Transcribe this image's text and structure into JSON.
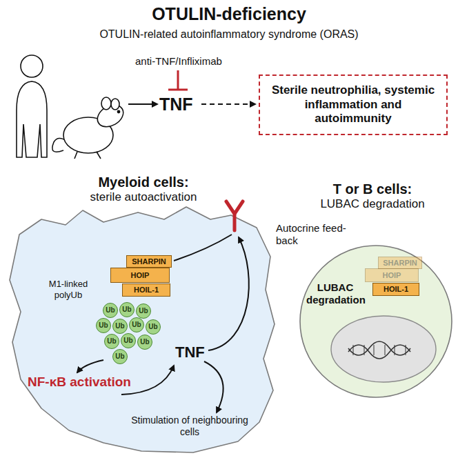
{
  "diagram": {
    "title": "OTULIN-deficiency",
    "nodes": [
      {
        "text": [
          "Sterile neutrophilia, systemic inflammation and autoimmunity"
        ]
      },
      {
        "text": [
          "Myeloid cells:",
          "sterile autoactivation"
        ]
      },
      {
        "text": [
          "SHARPIN"
        ],
        "in": 1
      },
      {
        "text": [
          "HOIP"
        ],
        "in": 1
      },
      {
        "text": [
          "HOIL-1"
        ],
        "in": 1
      },
      {
        "text": [
          "Ub"
        ],
        "in": 1
      },
      {
        "text": [
          "Ub"
        ],
        "in": 1
      },
      {
        "text": [
          "Ub"
        ],
        "in": 1
      },
      {
        "text": [
          "Ub"
        ],
        "in": 1
      },
      {
        "text": [
          "Ub"
        ],
        "in": 1
      },
      {
        "text": [
          "Ub"
        ],
        "in": 1
      },
      {
        "text": [
          "Ub"
        ],
        "in": 1
      },
      {
        "text": [
          "Ub"
        ],
        "in": 1
      },
      {
        "text": [
          "Ub"
        ],
        "in": 1
      },
      {
        "text": [
          "Ub"
        ],
        "in": 1
      },
      {
        "text": [
          "Ub"
        ],
        "in": 1
      },
      {
        "text": [
          "T or B cells:",
          "LUBAC degradation"
        ]
      },
      {
        "text": [
          "SHARPIN"
        ],
        "in": 16
      },
      {
        "text": [
          "HOIP"
        ],
        "in": 16
      },
      {
        "text": [
          "HOIL-1"
        ],
        "in": 16
      }
    ],
    "labels": [
      "OTULIN-related autoinflammatory syndrome (ORAS)",
      "anti-TNF/Infliximab",
      "TNF",
      "M1-linked polyUb",
      "NF-κB activation",
      "TNF",
      "Autocrine feed-back",
      "Stimulation of neighbouring cells",
      "LUBAC degradation"
    ]
  }
}
